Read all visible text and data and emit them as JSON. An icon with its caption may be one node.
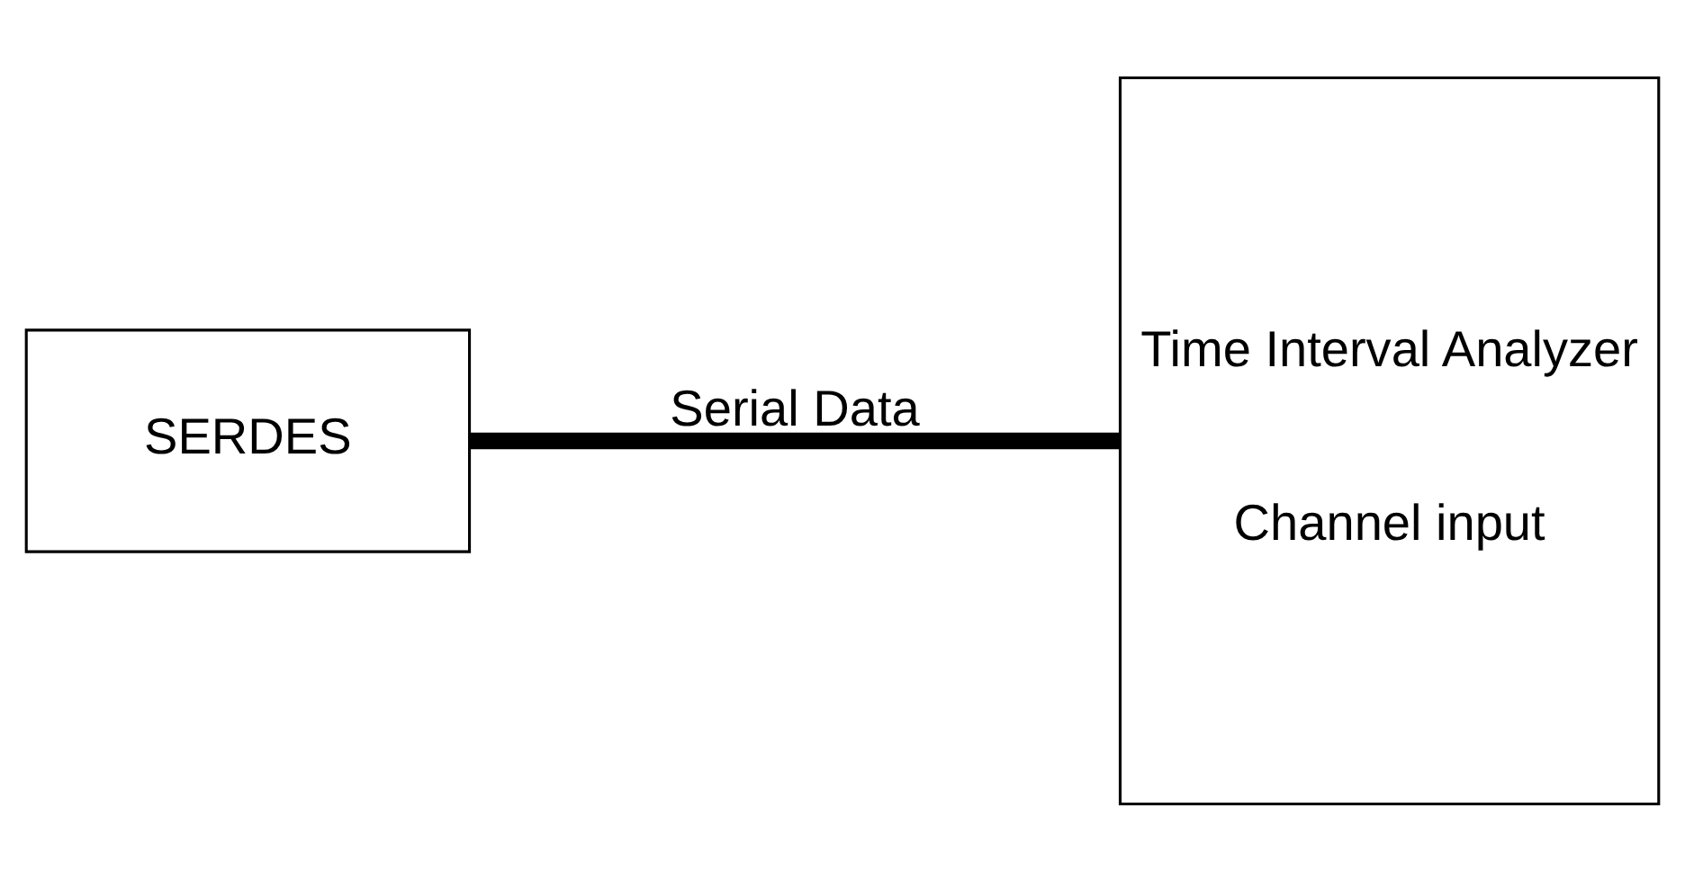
{
  "diagram": {
    "nodes": [
      {
        "text": [
          "SERDES"
        ]
      },
      {
        "text": [
          "Time Interval Analyzer",
          "Channel input"
        ]
      }
    ],
    "edges": [
      {
        "from": 0,
        "to": 1,
        "arrow": "none",
        "label": "Serial Data"
      }
    ]
  }
}
